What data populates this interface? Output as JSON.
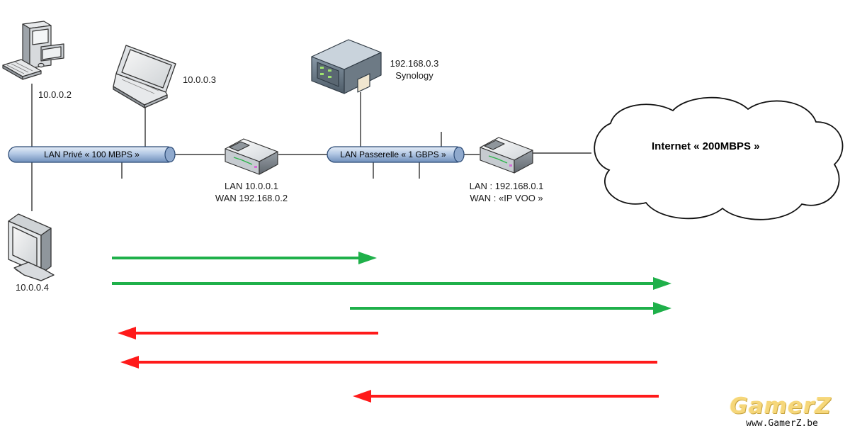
{
  "devices": {
    "desktop": {
      "ip": "10.0.0.2"
    },
    "laptop": {
      "ip": "10.0.0.3"
    },
    "monitor": {
      "ip": "10.0.0.4"
    },
    "nas": {
      "ip": "192.168.0.3",
      "name": "Synology"
    },
    "router1": {
      "lan": "LAN 10.0.0.1",
      "wan": "WAN 192.168.0.2"
    },
    "router2": {
      "lan": "LAN : 192.168.0.1",
      "wan": "WAN : «IP VOO »"
    }
  },
  "buses": {
    "private": {
      "label": "LAN Privé « 100 MBPS »"
    },
    "gateway": {
      "label": "LAN Passerelle « 1 GBPS »"
    }
  },
  "cloud": {
    "label": "Internet « 200MBPS »"
  },
  "arrows": {
    "upload_color": "#1fb04a",
    "download_color": "#ff1a1a"
  },
  "watermark": {
    "logo": "GamerZ",
    "url": "www.GamerZ.be"
  }
}
